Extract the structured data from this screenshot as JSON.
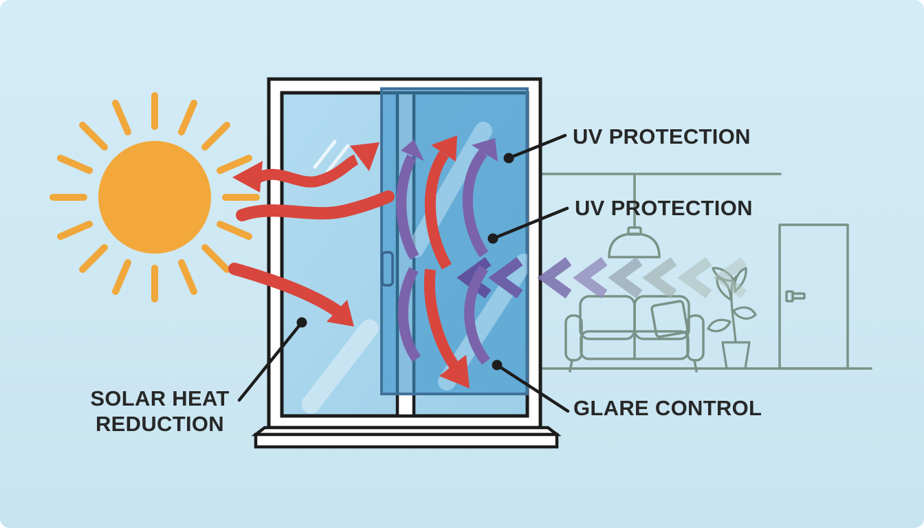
{
  "labels": {
    "uv_protection_top": "UV PROTECTION",
    "uv_protection_middle": "UV PROTECTION",
    "glare_control": "GLARE CONTROL",
    "solar_heat_reduction": {
      "line1": "SOLAR HEAT",
      "line2": "REDUCTION"
    }
  },
  "icons": {
    "sun": "sun-icon",
    "heat_arrows": "heat-arrow-icon",
    "uv_arrows": "uv-arrow-icon",
    "light_chevrons": "light-chevron-icon",
    "lamp": "pendant-lamp-icon",
    "sofa": "sofa-icon",
    "plant": "potted-plant-icon",
    "door": "door-icon",
    "window": "window-with-film-icon"
  },
  "colors": {
    "background": "#cfe9f4",
    "sun": "#f2a83b",
    "heat_arrow": "#d8463d",
    "uv_arrow": "#7a63ab",
    "glass": "#a9d6ec",
    "film": "#4a96c8",
    "film_border": "#40719a",
    "frame_outline": "#1c1c1c",
    "room_outline": "#7a9287",
    "label_text": "#272727"
  }
}
